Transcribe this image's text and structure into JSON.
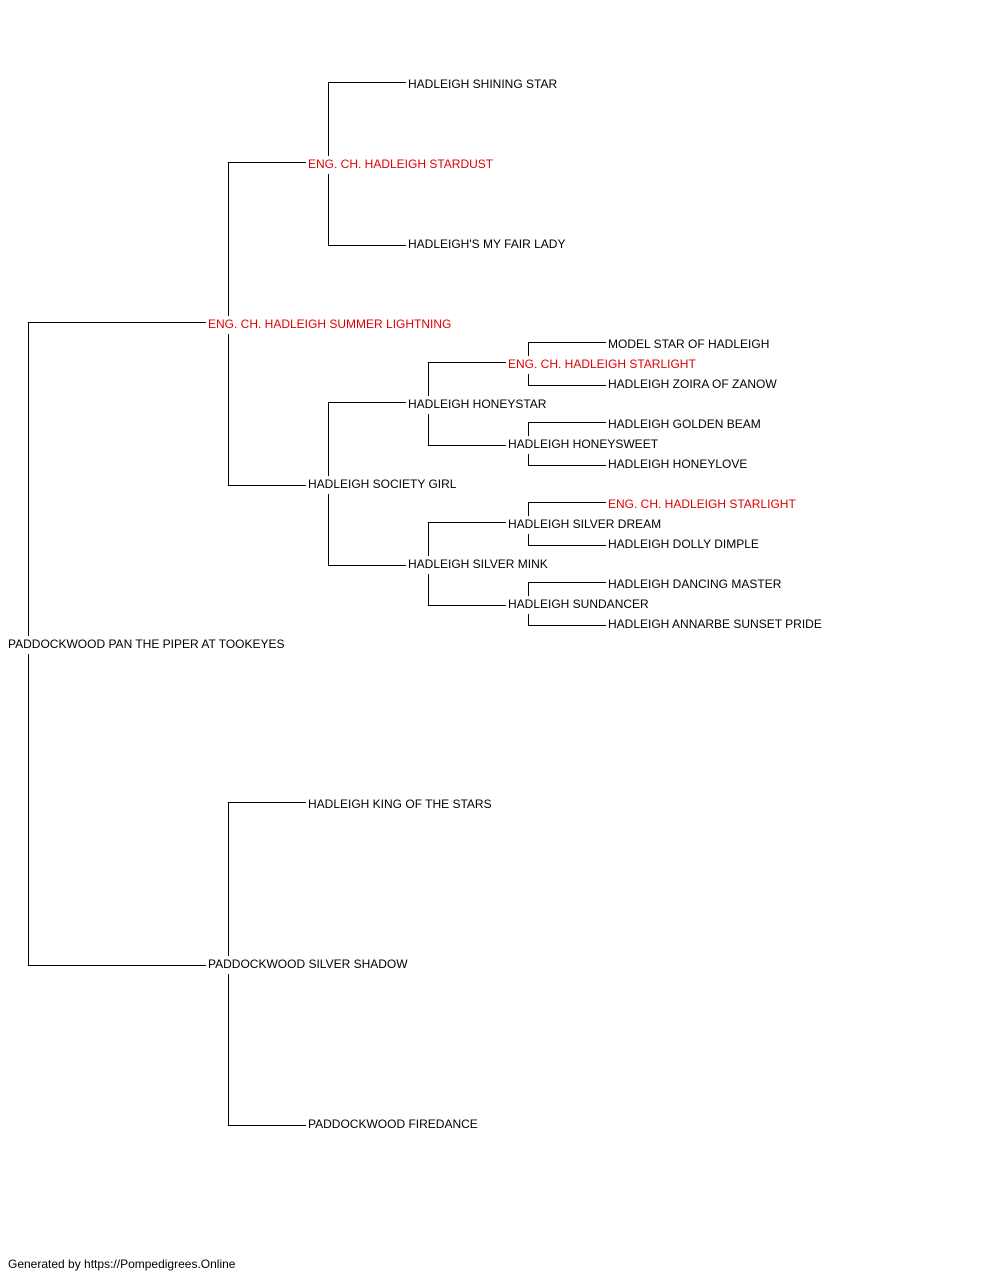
{
  "colors": {
    "line": "#000000",
    "text": "#000000",
    "champion": "#e00000"
  },
  "pedigree": {
    "subject": "PADDOCKWOOD PAN THE PIPER AT TOOKEYES",
    "sire": "ENG. CH. HADLEIGH SUMMER LIGHTNING",
    "sire_sire": "ENG. CH. HADLEIGH STARDUST",
    "sire_sire_sire": "HADLEIGH SHINING STAR",
    "sire_sire_dam": "HADLEIGH'S MY FAIR LADY",
    "sire_dam": "HADLEIGH SOCIETY GIRL",
    "sire_dam_sire": "HADLEIGH HONEYSTAR",
    "sire_dam_sire_sire": "ENG. CH. HADLEIGH STARLIGHT",
    "sire_dam_sire_sire_sire": "MODEL STAR OF HADLEIGH",
    "sire_dam_sire_sire_dam": "HADLEIGH ZOIRA OF ZANOW",
    "sire_dam_sire_dam": "HADLEIGH HONEYSWEET",
    "sire_dam_sire_dam_sire": "HADLEIGH GOLDEN BEAM",
    "sire_dam_sire_dam_dam": "HADLEIGH HONEYLOVE",
    "sire_dam_dam": "HADLEIGH SILVER MINK",
    "sire_dam_dam_sire": "HADLEIGH SILVER DREAM",
    "sire_dam_dam_sire_sire": "ENG. CH. HADLEIGH STARLIGHT",
    "sire_dam_dam_sire_dam": "HADLEIGH DOLLY DIMPLE",
    "sire_dam_dam_dam": "HADLEIGH SUNDANCER",
    "sire_dam_dam_dam_sire": "HADLEIGH DANCING MASTER",
    "sire_dam_dam_dam_dam": "HADLEIGH ANNARBE SUNSET PRIDE",
    "dam": "PADDOCKWOOD SILVER SHADOW",
    "dam_sire": "HADLEIGH KING OF THE STARS",
    "dam_dam": "PADDOCKWOOD FIREDANCE"
  },
  "footer": "Generated by https://Pompedigrees.Online"
}
